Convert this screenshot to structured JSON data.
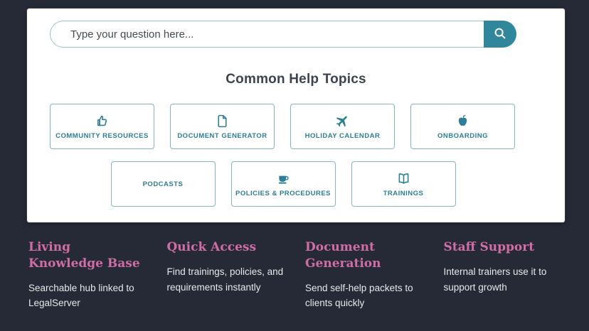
{
  "colors": {
    "background": "#262a36",
    "card_background": "#ffffff",
    "teal_accent": "#30869a",
    "topic_border": "#84b7c1",
    "topic_text": "#2d7f95",
    "heading_text": "#3e4350",
    "pink_accent": "#d06da6",
    "body_text": "#e7e8ea"
  },
  "search": {
    "placeholder": "Type your question here...",
    "button_icon": "search-icon"
  },
  "help_topics": {
    "title": "Common Help Topics",
    "row1": [
      {
        "label": "COMMUNITY RESOURCES",
        "icon": "thumbs-up-icon"
      },
      {
        "label": "DOCUMENT GENERATOR",
        "icon": "document-icon"
      },
      {
        "label": "HOLIDAY CALENDAR",
        "icon": "airplane-icon"
      },
      {
        "label": "ONBOARDING",
        "icon": "apple-icon"
      }
    ],
    "row2": [
      {
        "label": "PODCASTS",
        "icon": null
      },
      {
        "label": "POLICIES & PROCEDURES",
        "icon": "coffee-cup-icon"
      },
      {
        "label": "TRAININGS",
        "icon": "open-book-icon"
      }
    ]
  },
  "features": [
    {
      "title": "Living Knowledge Base",
      "description": "Searchable hub linked to LegalServer"
    },
    {
      "title": "Quick Access",
      "description": "Find trainings, policies, and requirements instantly"
    },
    {
      "title": "Document Generation",
      "description": "Send self-help packets to clients quickly"
    },
    {
      "title": "Staff Support",
      "description": "Internal trainers use it to support growth"
    }
  ]
}
